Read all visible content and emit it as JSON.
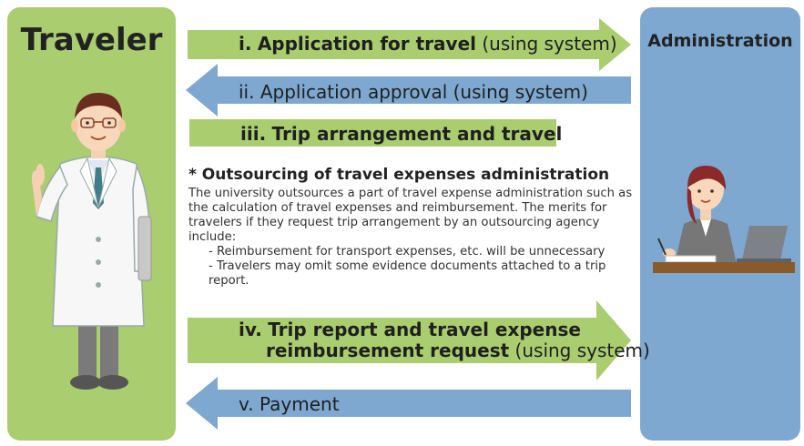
{
  "traveler": {
    "title": "Traveler"
  },
  "administration": {
    "title": "Administration"
  },
  "steps": [
    {
      "num": "i.",
      "bold": "Application for travel",
      "normal": "(using system)",
      "direction": "right",
      "color": "#a9cd6f"
    },
    {
      "num": "ii.",
      "bold": "",
      "normal": "Application approval (using system)",
      "direction": "left",
      "color": "#7ea8d0"
    },
    {
      "num": "iii.",
      "bold": "Trip arrangement and travel",
      "normal": "",
      "direction": "none",
      "color": "#a9cd6f"
    },
    {
      "num": "iv.",
      "bold_line1": "Trip report and travel expense",
      "bold_line2": "reimbursement request",
      "normal": "(using system)",
      "direction": "right",
      "color": "#a9cd6f"
    },
    {
      "num": "v.",
      "bold": "",
      "normal": "Payment",
      "direction": "left",
      "color": "#7ea8d0"
    }
  ],
  "note": {
    "title": "* Outsourcing of travel expenses administration",
    "body": "The university outsources a part of travel expense administration such as the calculation of travel expenses and reimbursement. The merits for travelers if they request trip arrangement by an outsourcing agency include:",
    "items": [
      "- Reimbursement for transport expenses, etc. will be unnecessary",
      "- Travelers may omit some evidence documents attached to a trip report."
    ]
  },
  "colors": {
    "green": "#a9cd6f",
    "blue": "#7ea8d0"
  }
}
